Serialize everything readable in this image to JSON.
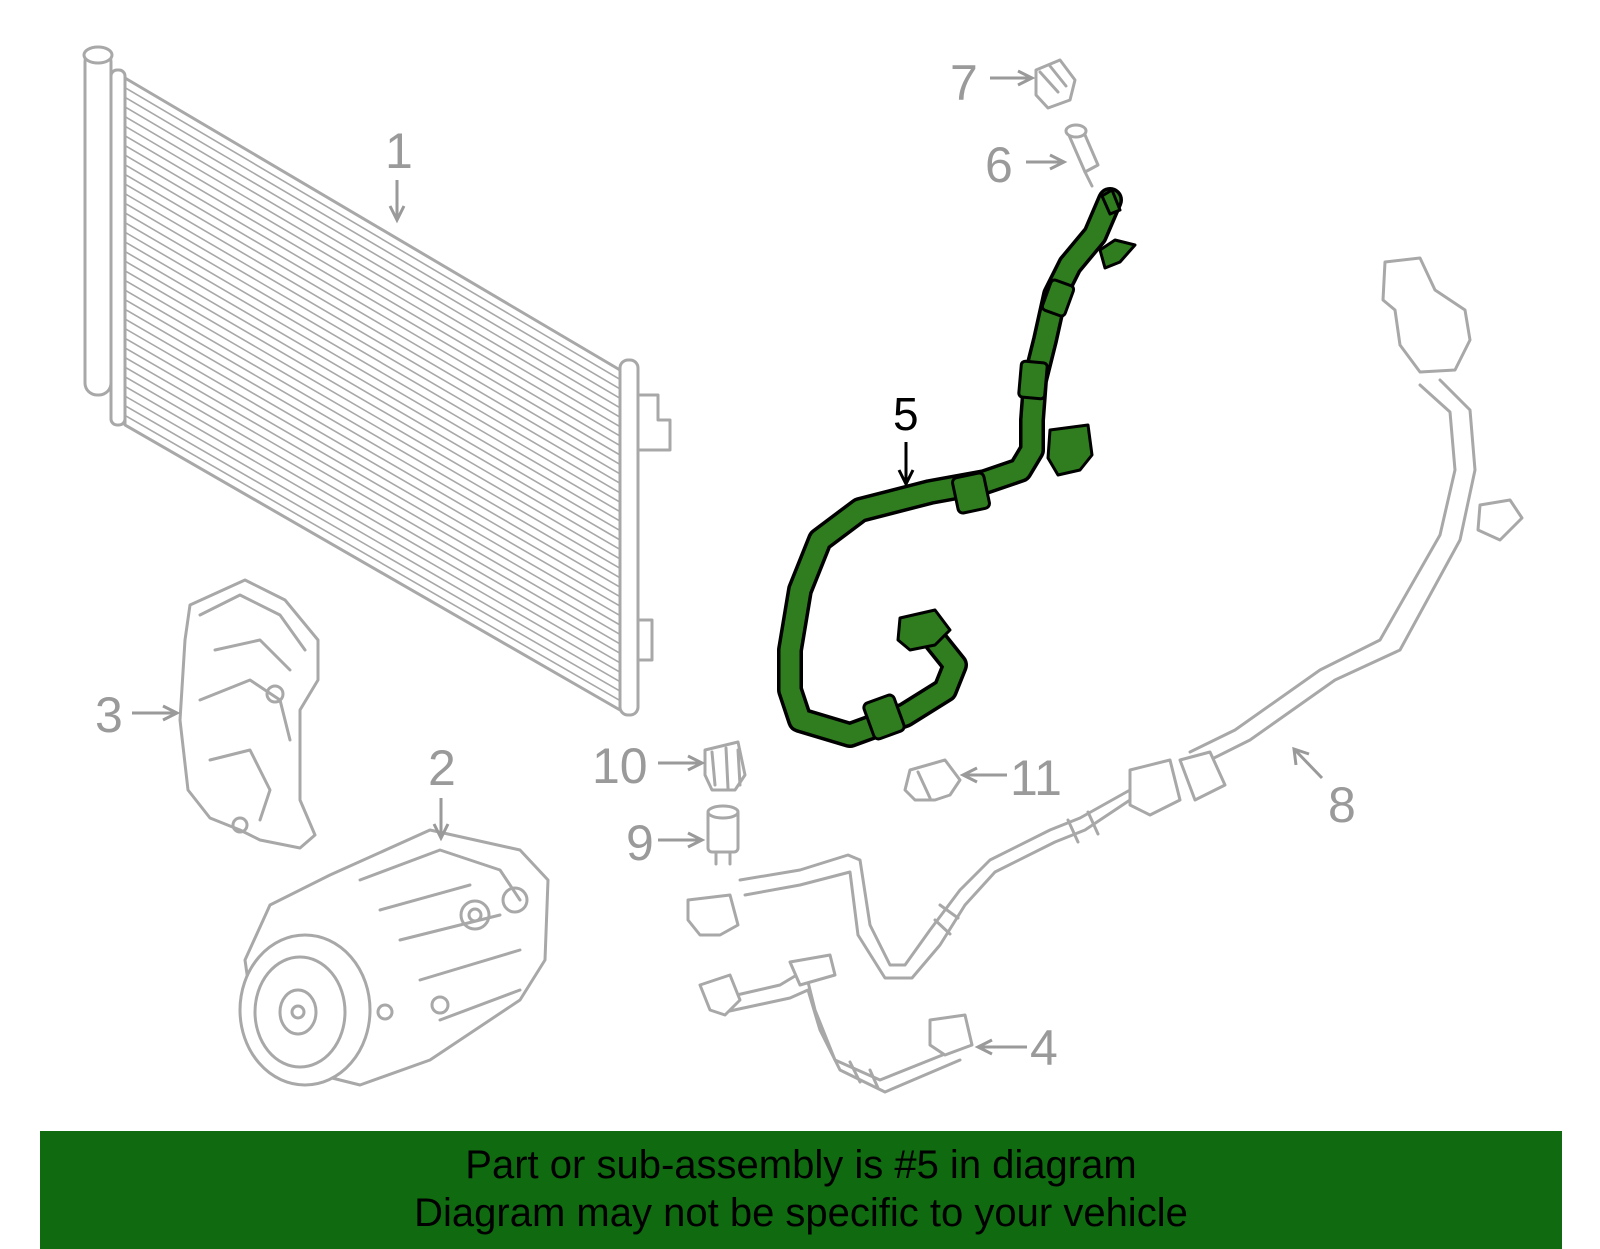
{
  "callouts": {
    "c1": "1",
    "c2": "2",
    "c3": "3",
    "c4": "4",
    "c5": "5",
    "c6": "6",
    "c7": "7",
    "c8": "8",
    "c9": "9",
    "c10": "10",
    "c11": "11"
  },
  "highlight": {
    "part_number": "5",
    "color": "#2f7d1f"
  },
  "banner": {
    "line1": "Part or sub-assembly is #5 in diagram",
    "line2": "Diagram may not be specific to your vehicle",
    "background": "#0f6a10"
  }
}
